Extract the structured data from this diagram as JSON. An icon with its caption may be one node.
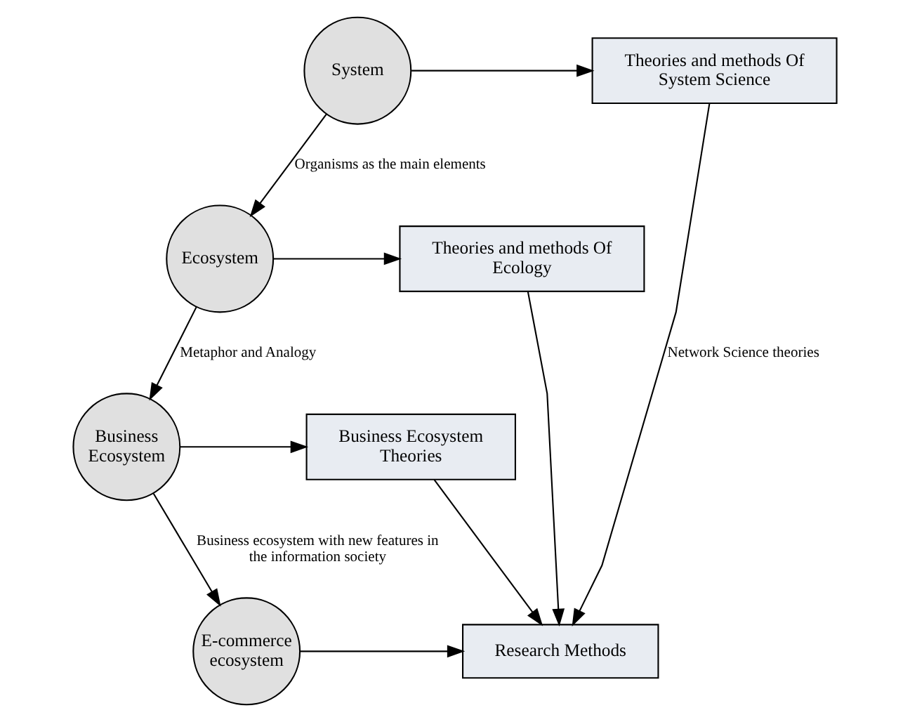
{
  "diagram": {
    "nodes": [
      {
        "text": [
          "System"
        ]
      },
      {
        "text": [
          "Theories and methods Of System Science"
        ]
      },
      {
        "text": [
          "Ecosystem"
        ]
      },
      {
        "text": [
          "Theories and methods Of Ecology"
        ]
      },
      {
        "text": [
          "Business Ecosystem"
        ]
      },
      {
        "text": [
          "Business Ecosystem Theories"
        ]
      },
      {
        "text": [
          "E-commerce ecosystem"
        ]
      },
      {
        "text": [
          "Research Methods"
        ]
      }
    ],
    "edges": [
      {
        "from": 0,
        "to": 1,
        "arrow": "to"
      },
      {
        "from": 0,
        "to": 2,
        "arrow": "to",
        "label": "Organisms as the main elements"
      },
      {
        "from": 2,
        "to": 3,
        "arrow": "to"
      },
      {
        "from": 2,
        "to": 4,
        "arrow": "to",
        "label": "Metaphor and Analogy"
      },
      {
        "from": 4,
        "to": 5,
        "arrow": "to"
      },
      {
        "from": 4,
        "to": 6,
        "arrow": "to",
        "label": "Business ecosystem with new features in the information society"
      },
      {
        "from": 6,
        "to": 7,
        "arrow": "to"
      },
      {
        "from": 5,
        "to": 7,
        "arrow": "to"
      },
      {
        "from": 3,
        "to": 7,
        "arrow": "to"
      },
      {
        "from": 1,
        "to": 7,
        "arrow": "to",
        "label": "Network Science theories"
      }
    ]
  }
}
